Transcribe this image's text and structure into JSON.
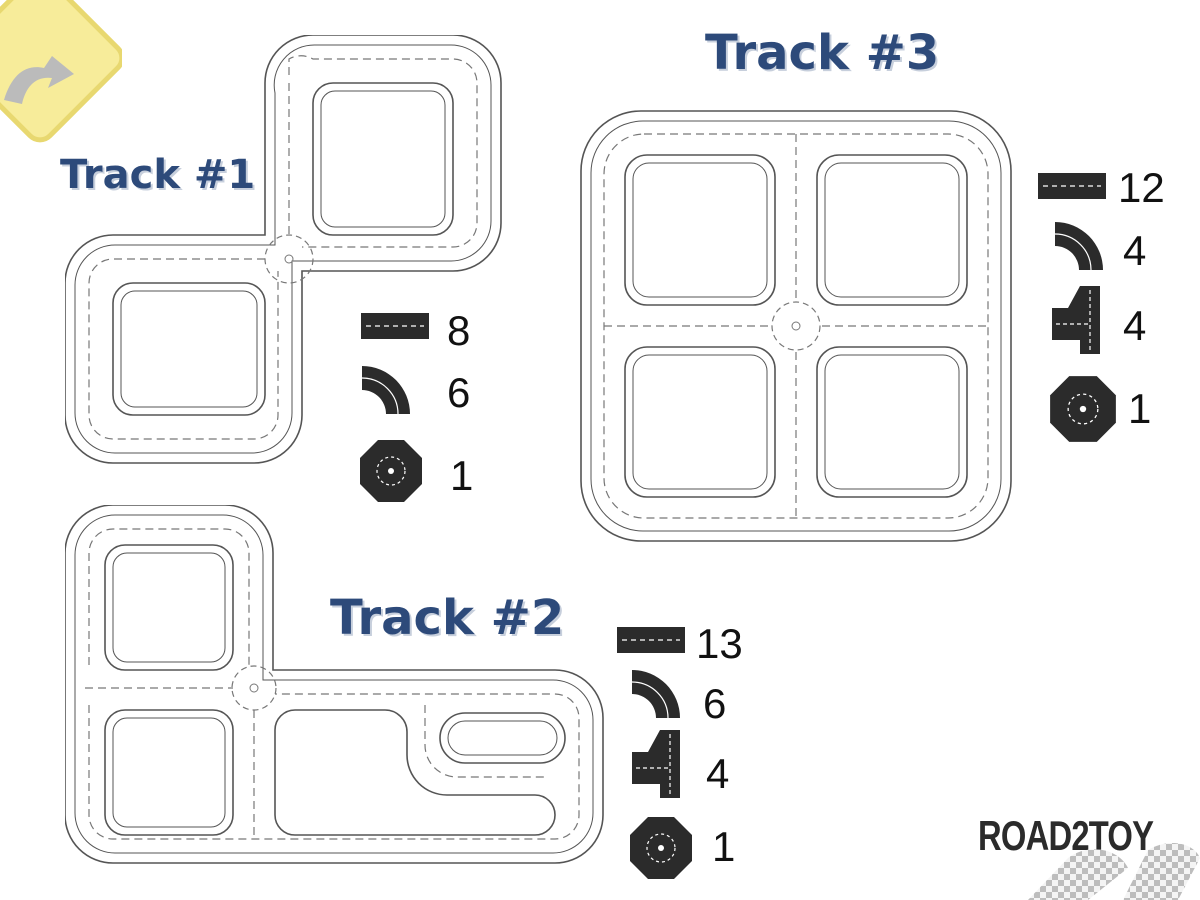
{
  "titles": {
    "track1": "Track #1",
    "track2": "Track #2",
    "track3": "Track #3"
  },
  "piece_counts": {
    "track1": {
      "straight": "8",
      "curve": "6",
      "cross": "1"
    },
    "track2": {
      "straight": "13",
      "curve": "6",
      "tjunction": "4",
      "cross": "1"
    },
    "track3": {
      "straight": "12",
      "curve": "4",
      "tjunction": "4",
      "cross": "1"
    }
  },
  "logo": {
    "text": "ROAD2TOY"
  },
  "icons": {
    "straight": "straight-piece-icon",
    "curve": "curve-piece-icon",
    "tjunction": "t-junction-piece-icon",
    "cross": "cross-piece-icon",
    "sign": "road-sign-icon",
    "flags": "checkered-flags-icon"
  },
  "colors": {
    "title": "#2d4a7a",
    "piece": "#2b2b2b",
    "track_line": "#555555",
    "sign": "#f7ec9a"
  }
}
